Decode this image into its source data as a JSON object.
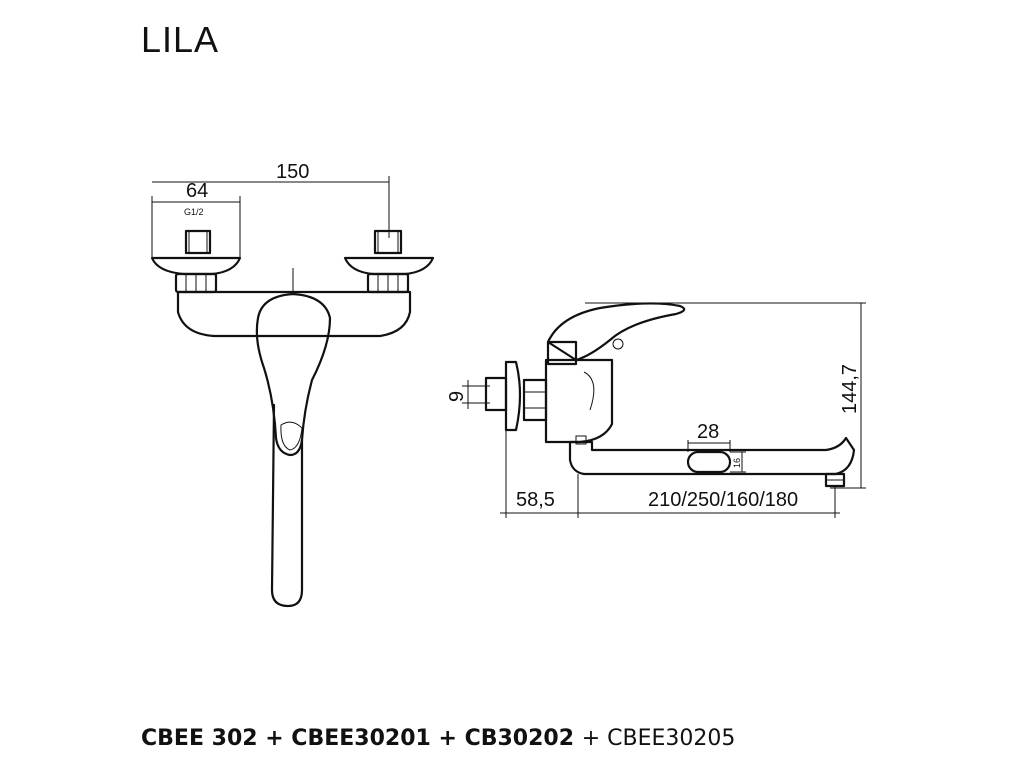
{
  "title": "LILA",
  "dimensions": {
    "overall_width": "150",
    "flange_width": "64",
    "thread": "G1/2",
    "height": "144,7",
    "nut_height": "9",
    "aerator_width": "28",
    "aerator_height": "16",
    "wall_offset": "58,5",
    "spout_lengths": "210/250/160/180"
  },
  "product_codes": {
    "main": "CBEE 302 + CBEE30201 + CB30202",
    "extra": "+ CBEE30205"
  },
  "colors": {
    "ink": "#111111",
    "background": "#ffffff"
  }
}
